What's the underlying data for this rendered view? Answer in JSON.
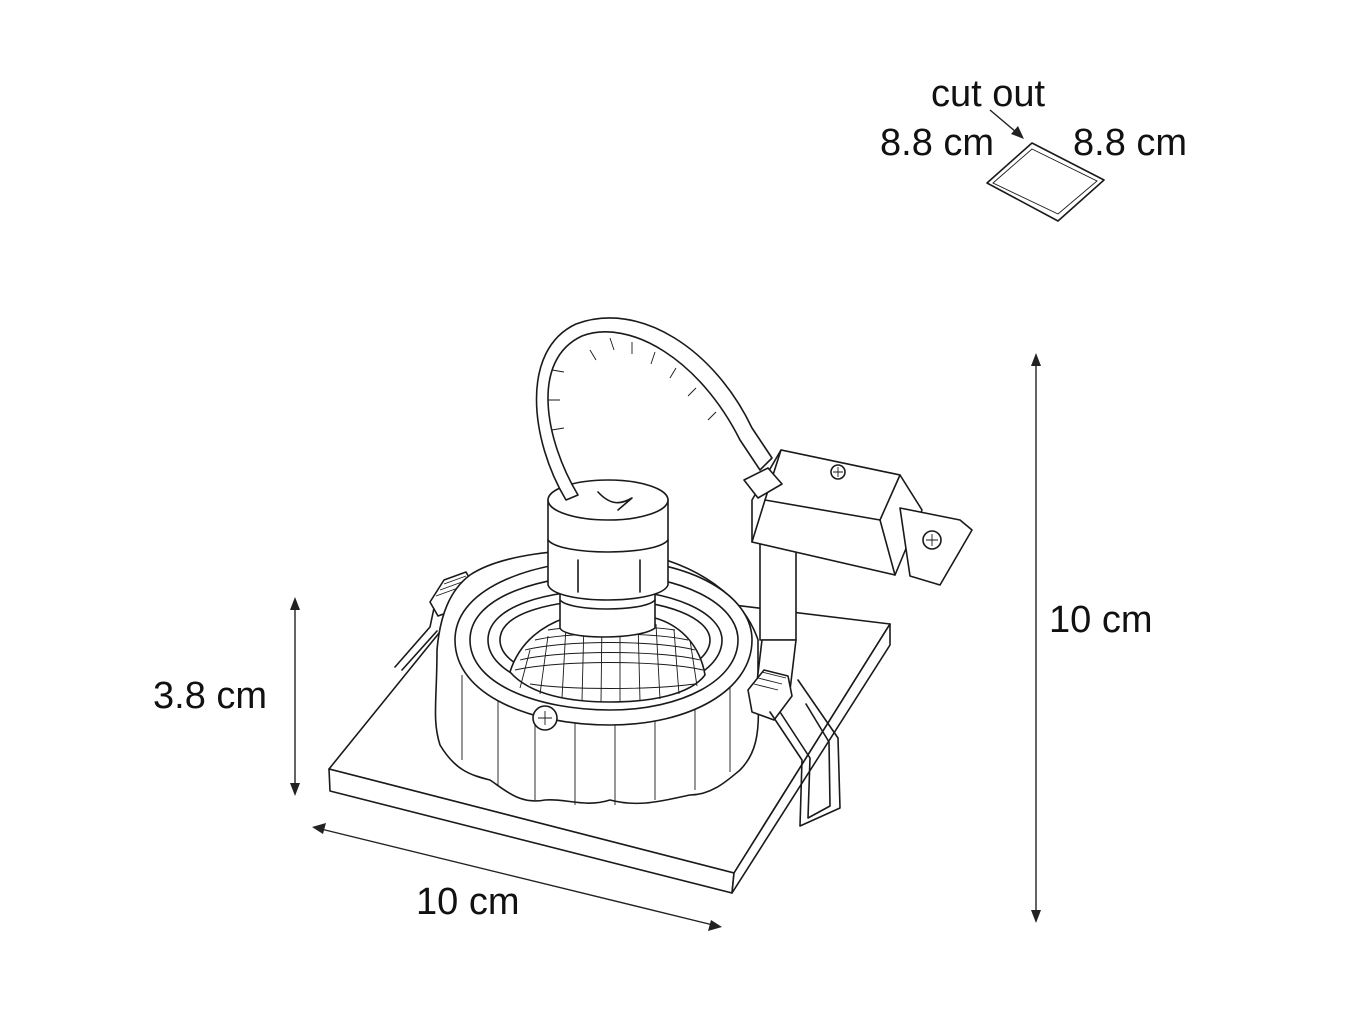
{
  "labels": {
    "cutout_title": "cut out",
    "cutout_width": "8.8 cm",
    "cutout_depth": "8.8 cm",
    "height_recess": "3.8 cm",
    "width_front": "10 cm",
    "height_total": "10 cm"
  },
  "colors": {
    "line": "#1a1a1a",
    "background": "#ffffff"
  }
}
